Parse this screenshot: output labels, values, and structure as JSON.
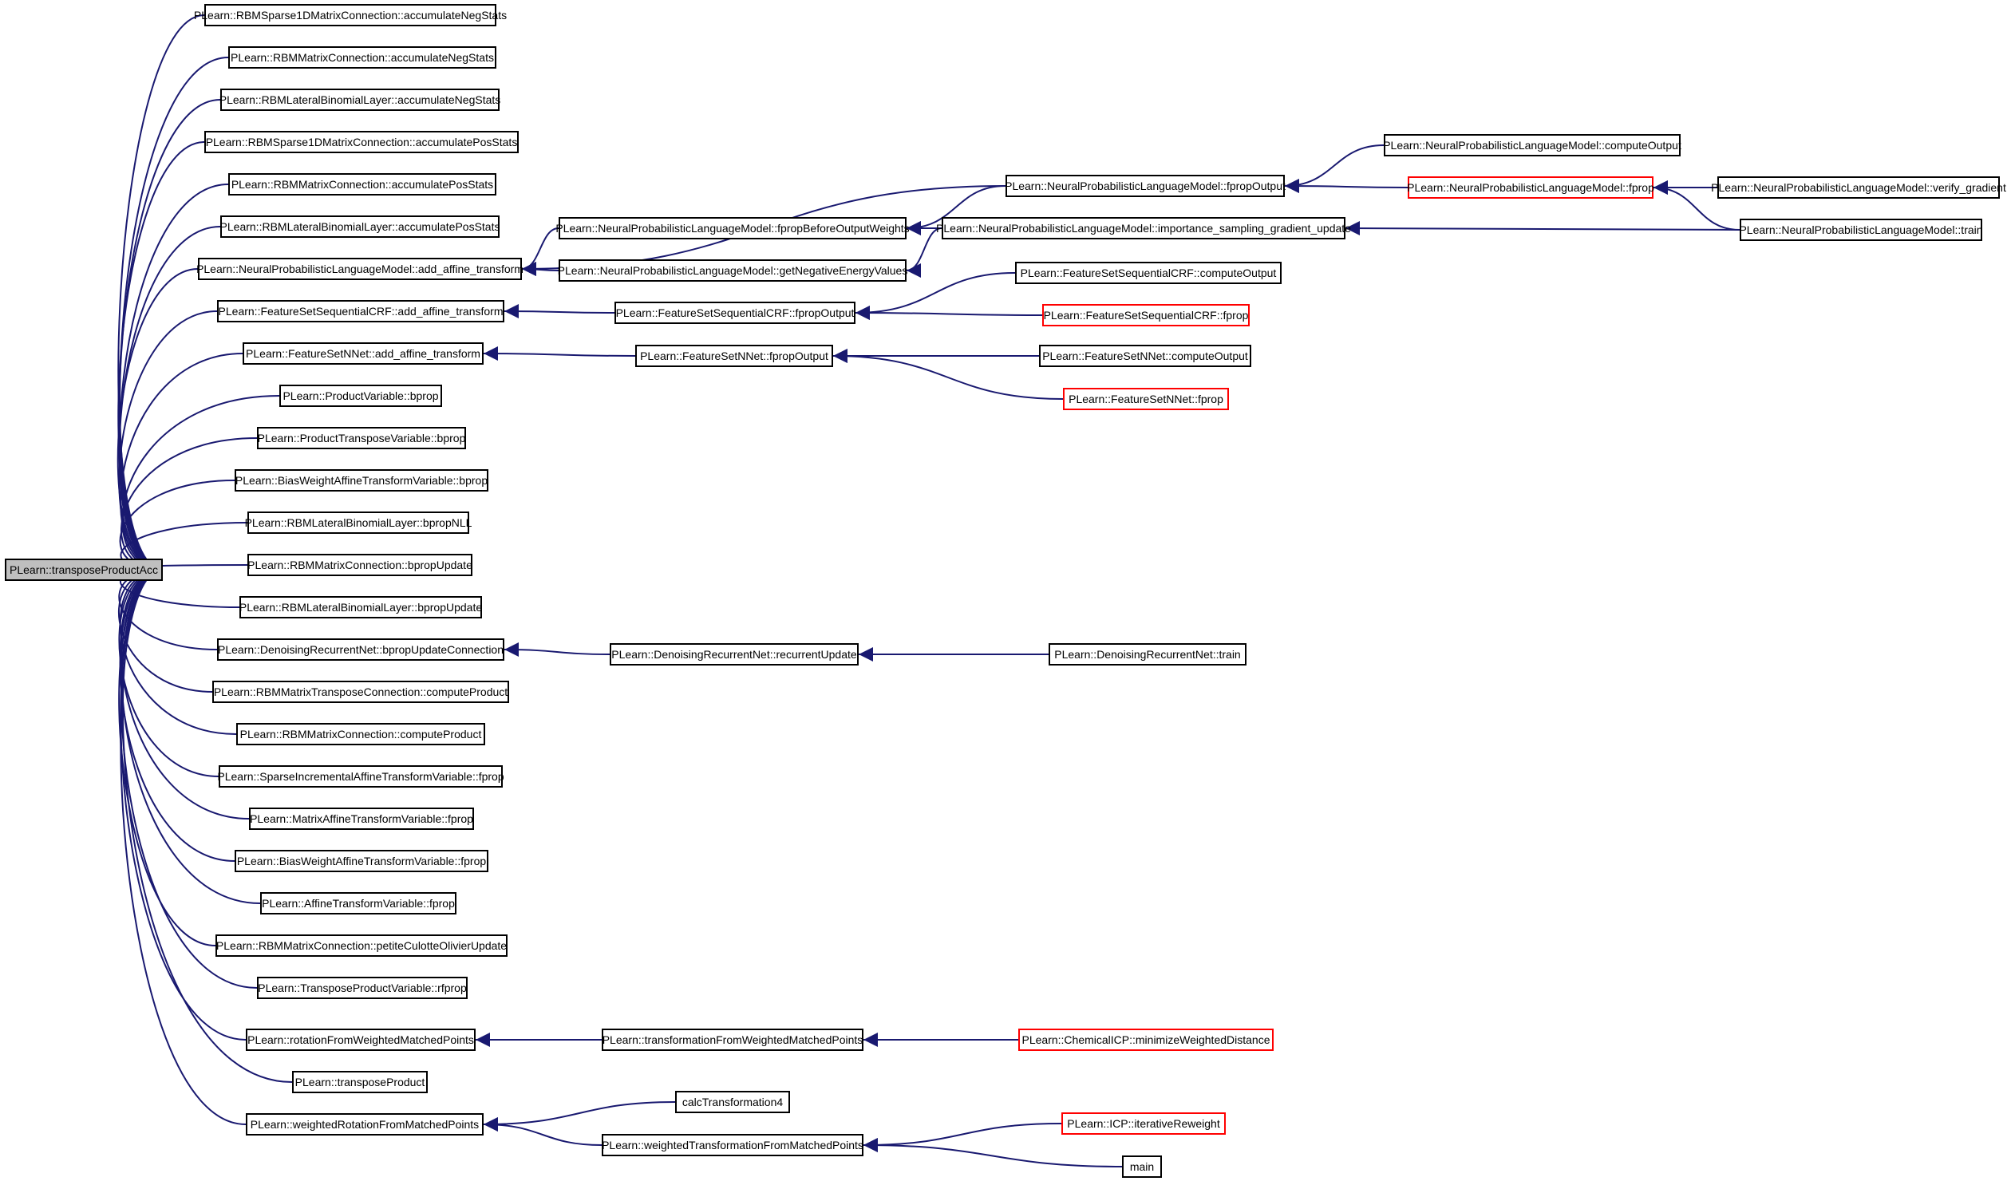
{
  "colors": {
    "edge": "#191970",
    "node_border": "#000000",
    "truncated_border": "#ff0000",
    "focus_fill": "#bfbfbf",
    "background": "#ffffff"
  },
  "nodes": [
    {
      "id": "n0",
      "label": "PLearn::transposeProductAcc",
      "style": "focus"
    },
    {
      "id": "n1",
      "label": "PLearn::RBMSparse1DMatrixConnection::accumulateNegStats",
      "style": "normal"
    },
    {
      "id": "n2",
      "label": "PLearn::RBMMatrixConnection::accumulateNegStats",
      "style": "normal"
    },
    {
      "id": "n3",
      "label": "PLearn::RBMLateralBinomialLayer::accumulateNegStats",
      "style": "normal"
    },
    {
      "id": "n4",
      "label": "PLearn::RBMSparse1DMatrixConnection::accumulatePosStats",
      "style": "normal"
    },
    {
      "id": "n5",
      "label": "PLearn::RBMMatrixConnection::accumulatePosStats",
      "style": "normal"
    },
    {
      "id": "n6",
      "label": "PLearn::RBMLateralBinomialLayer::accumulatePosStats",
      "style": "normal"
    },
    {
      "id": "n7",
      "label": "PLearn::NeuralProbabilisticLanguageModel::add_affine_transform",
      "style": "normal"
    },
    {
      "id": "n8",
      "label": "PLearn::FeatureSetSequentialCRF::add_affine_transform",
      "style": "normal"
    },
    {
      "id": "n9",
      "label": "PLearn::FeatureSetNNet::add_affine_transform",
      "style": "normal"
    },
    {
      "id": "n10",
      "label": "PLearn::ProductVariable::bprop",
      "style": "normal"
    },
    {
      "id": "n11",
      "label": "PLearn::ProductTransposeVariable::bprop",
      "style": "normal"
    },
    {
      "id": "n12",
      "label": "PLearn::BiasWeightAffineTransformVariable::bprop",
      "style": "normal"
    },
    {
      "id": "n13",
      "label": "PLearn::RBMLateralBinomialLayer::bpropNLL",
      "style": "normal"
    },
    {
      "id": "n14",
      "label": "PLearn::RBMMatrixConnection::bpropUpdate",
      "style": "normal"
    },
    {
      "id": "n15",
      "label": "PLearn::RBMLateralBinomialLayer::bpropUpdate",
      "style": "normal"
    },
    {
      "id": "n16",
      "label": "PLearn::DenoisingRecurrentNet::bpropUpdateConnection",
      "style": "normal"
    },
    {
      "id": "n17",
      "label": "PLearn::RBMMatrixTransposeConnection::computeProduct",
      "style": "normal"
    },
    {
      "id": "n18",
      "label": "PLearn::RBMMatrixConnection::computeProduct",
      "style": "normal"
    },
    {
      "id": "n19",
      "label": "PLearn::SparseIncrementalAffineTransformVariable::fprop",
      "style": "normal"
    },
    {
      "id": "n20",
      "label": "PLearn::MatrixAffineTransformVariable::fprop",
      "style": "normal"
    },
    {
      "id": "n21",
      "label": "PLearn::BiasWeightAffineTransformVariable::fprop",
      "style": "normal"
    },
    {
      "id": "n22",
      "label": "PLearn::AffineTransformVariable::fprop",
      "style": "normal"
    },
    {
      "id": "n23",
      "label": "PLearn::RBMMatrixConnection::petiteCulotteOlivierUpdate",
      "style": "normal"
    },
    {
      "id": "n24",
      "label": "PLearn::TransposeProductVariable::rfprop",
      "style": "normal"
    },
    {
      "id": "n25",
      "label": "PLearn::rotationFromWeightedMatchedPoints",
      "style": "normal"
    },
    {
      "id": "n26",
      "label": "PLearn::transposeProduct",
      "style": "normal"
    },
    {
      "id": "n27",
      "label": "PLearn::weightedRotationFromMatchedPoints",
      "style": "normal"
    },
    {
      "id": "n28",
      "label": "PLearn::NeuralProbabilisticLanguageModel::fpropBeforeOutputWeights",
      "style": "normal"
    },
    {
      "id": "n29",
      "label": "PLearn::NeuralProbabilisticLanguageModel::getNegativeEnergyValues",
      "style": "normal"
    },
    {
      "id": "n30",
      "label": "PLearn::NeuralProbabilisticLanguageModel::fpropOutput",
      "style": "normal"
    },
    {
      "id": "n31",
      "label": "PLearn::NeuralProbabilisticLanguageModel::importance_sampling_gradient_update",
      "style": "normal"
    },
    {
      "id": "n32",
      "label": "PLearn::NeuralProbabilisticLanguageModel::computeOutput",
      "style": "normal"
    },
    {
      "id": "n33",
      "label": "PLearn::NeuralProbabilisticLanguageModel::fprop",
      "style": "truncated"
    },
    {
      "id": "n34",
      "label": "PLearn::NeuralProbabilisticLanguageModel::verify_gradient",
      "style": "normal"
    },
    {
      "id": "n35",
      "label": "PLearn::NeuralProbabilisticLanguageModel::train",
      "style": "normal"
    },
    {
      "id": "n36",
      "label": "PLearn::FeatureSetSequentialCRF::fpropOutput",
      "style": "normal"
    },
    {
      "id": "n37",
      "label": "PLearn::FeatureSetSequentialCRF::computeOutput",
      "style": "normal"
    },
    {
      "id": "n38",
      "label": "PLearn::FeatureSetSequentialCRF::fprop",
      "style": "truncated"
    },
    {
      "id": "n39",
      "label": "PLearn::FeatureSetNNet::fpropOutput",
      "style": "normal"
    },
    {
      "id": "n40",
      "label": "PLearn::FeatureSetNNet::computeOutput",
      "style": "normal"
    },
    {
      "id": "n41",
      "label": "PLearn::FeatureSetNNet::fprop",
      "style": "truncated"
    },
    {
      "id": "n42",
      "label": "PLearn::DenoisingRecurrentNet::recurrentUpdate",
      "style": "normal"
    },
    {
      "id": "n43",
      "label": "PLearn::DenoisingRecurrentNet::train",
      "style": "normal"
    },
    {
      "id": "n44",
      "label": "PLearn::transformationFromWeightedMatchedPoints",
      "style": "normal"
    },
    {
      "id": "n45",
      "label": "PLearn::ChemicalICP::minimizeWeightedDistance",
      "style": "truncated"
    },
    {
      "id": "n46",
      "label": "calcTransformation4",
      "style": "normal"
    },
    {
      "id": "n47",
      "label": "PLearn::weightedTransformationFromMatchedPoints",
      "style": "normal"
    },
    {
      "id": "n48",
      "label": "PLearn::ICP::iterativeReweight",
      "style": "truncated"
    },
    {
      "id": "n49",
      "label": "main",
      "style": "normal"
    }
  ],
  "edges": [
    [
      "n1",
      "n0"
    ],
    [
      "n2",
      "n0"
    ],
    [
      "n3",
      "n0"
    ],
    [
      "n4",
      "n0"
    ],
    [
      "n5",
      "n0"
    ],
    [
      "n6",
      "n0"
    ],
    [
      "n7",
      "n0"
    ],
    [
      "n8",
      "n0"
    ],
    [
      "n9",
      "n0"
    ],
    [
      "n10",
      "n0"
    ],
    [
      "n11",
      "n0"
    ],
    [
      "n12",
      "n0"
    ],
    [
      "n13",
      "n0"
    ],
    [
      "n14",
      "n0"
    ],
    [
      "n15",
      "n0"
    ],
    [
      "n16",
      "n0"
    ],
    [
      "n17",
      "n0"
    ],
    [
      "n18",
      "n0"
    ],
    [
      "n19",
      "n0"
    ],
    [
      "n20",
      "n0"
    ],
    [
      "n21",
      "n0"
    ],
    [
      "n22",
      "n0"
    ],
    [
      "n23",
      "n0"
    ],
    [
      "n24",
      "n0"
    ],
    [
      "n25",
      "n0"
    ],
    [
      "n26",
      "n0"
    ],
    [
      "n27",
      "n0"
    ],
    [
      "n28",
      "n7"
    ],
    [
      "n29",
      "n7"
    ],
    [
      "n30",
      "n7"
    ],
    [
      "n30",
      "n28"
    ],
    [
      "n31",
      "n28"
    ],
    [
      "n31",
      "n29"
    ],
    [
      "n32",
      "n30"
    ],
    [
      "n33",
      "n30"
    ],
    [
      "n34",
      "n33"
    ],
    [
      "n35",
      "n33"
    ],
    [
      "n35",
      "n31"
    ],
    [
      "n36",
      "n8"
    ],
    [
      "n37",
      "n36"
    ],
    [
      "n38",
      "n36"
    ],
    [
      "n39",
      "n9"
    ],
    [
      "n40",
      "n39"
    ],
    [
      "n41",
      "n39"
    ],
    [
      "n42",
      "n16"
    ],
    [
      "n43",
      "n42"
    ],
    [
      "n44",
      "n25"
    ],
    [
      "n45",
      "n44"
    ],
    [
      "n46",
      "n27"
    ],
    [
      "n47",
      "n27"
    ],
    [
      "n48",
      "n47"
    ],
    [
      "n49",
      "n47"
    ]
  ]
}
